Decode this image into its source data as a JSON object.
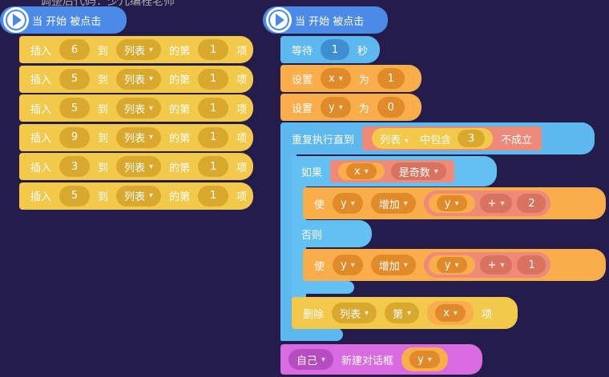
{
  "top_clipped_text": "调整后代码：少儿编程老师",
  "left": {
    "hat": "当 开始 被点击",
    "rows": [
      {
        "insert": "插入",
        "value": "6",
        "to": "到",
        "list": "列表",
        "pos_label": "的第",
        "pos": "1",
        "item": "项"
      },
      {
        "insert": "插入",
        "value": "5",
        "to": "到",
        "list": "列表",
        "pos_label": "的第",
        "pos": "1",
        "item": "项"
      },
      {
        "insert": "插入",
        "value": "5",
        "to": "到",
        "list": "列表",
        "pos_label": "的第",
        "pos": "1",
        "item": "项"
      },
      {
        "insert": "插入",
        "value": "9",
        "to": "到",
        "list": "列表",
        "pos_label": "的第",
        "pos": "1",
        "item": "项"
      },
      {
        "insert": "插入",
        "value": "3",
        "to": "到",
        "list": "列表",
        "pos_label": "的第",
        "pos": "1",
        "item": "项"
      },
      {
        "insert": "插入",
        "value": "5",
        "to": "到",
        "list": "列表",
        "pos_label": "的第",
        "pos": "1",
        "item": "项"
      }
    ]
  },
  "right": {
    "hat": "当 开始 被点击",
    "wait": {
      "label": "等待",
      "value": "1",
      "unit": "秒"
    },
    "set1": {
      "label": "设置",
      "var": "x",
      "as": "为",
      "value": "1"
    },
    "set2": {
      "label": "设置",
      "var": "y",
      "as": "为",
      "value": "0"
    },
    "repeat": {
      "label": "重复执行直到",
      "list": "列表",
      "contains": "中包含",
      "value": "3",
      "not": "不成立"
    },
    "if": {
      "label": "如果",
      "var": "x",
      "cond": "是奇数"
    },
    "then": {
      "label": "使",
      "var": "y",
      "op": "增加",
      "var2": "y",
      "plus": "+",
      "value": "2"
    },
    "else": {
      "label": "否则"
    },
    "else_then": {
      "label": "使",
      "var": "y",
      "op": "增加",
      "var2": "y",
      "plus": "+",
      "value": "1"
    },
    "delete": {
      "label": "删除",
      "list": "列表",
      "nth": "第",
      "var": "x",
      "item": "项"
    },
    "dialog": {
      "who": "自己",
      "label": "新建对话框",
      "var": "y"
    }
  },
  "colors": {
    "bg": "#241c4a",
    "hat": "#4c8ae8",
    "list": "#f2c94a",
    "control": "#5cb8ee",
    "variable": "#f9ad4b",
    "operator": "#ee8a7a",
    "looks": "#d96be0"
  }
}
